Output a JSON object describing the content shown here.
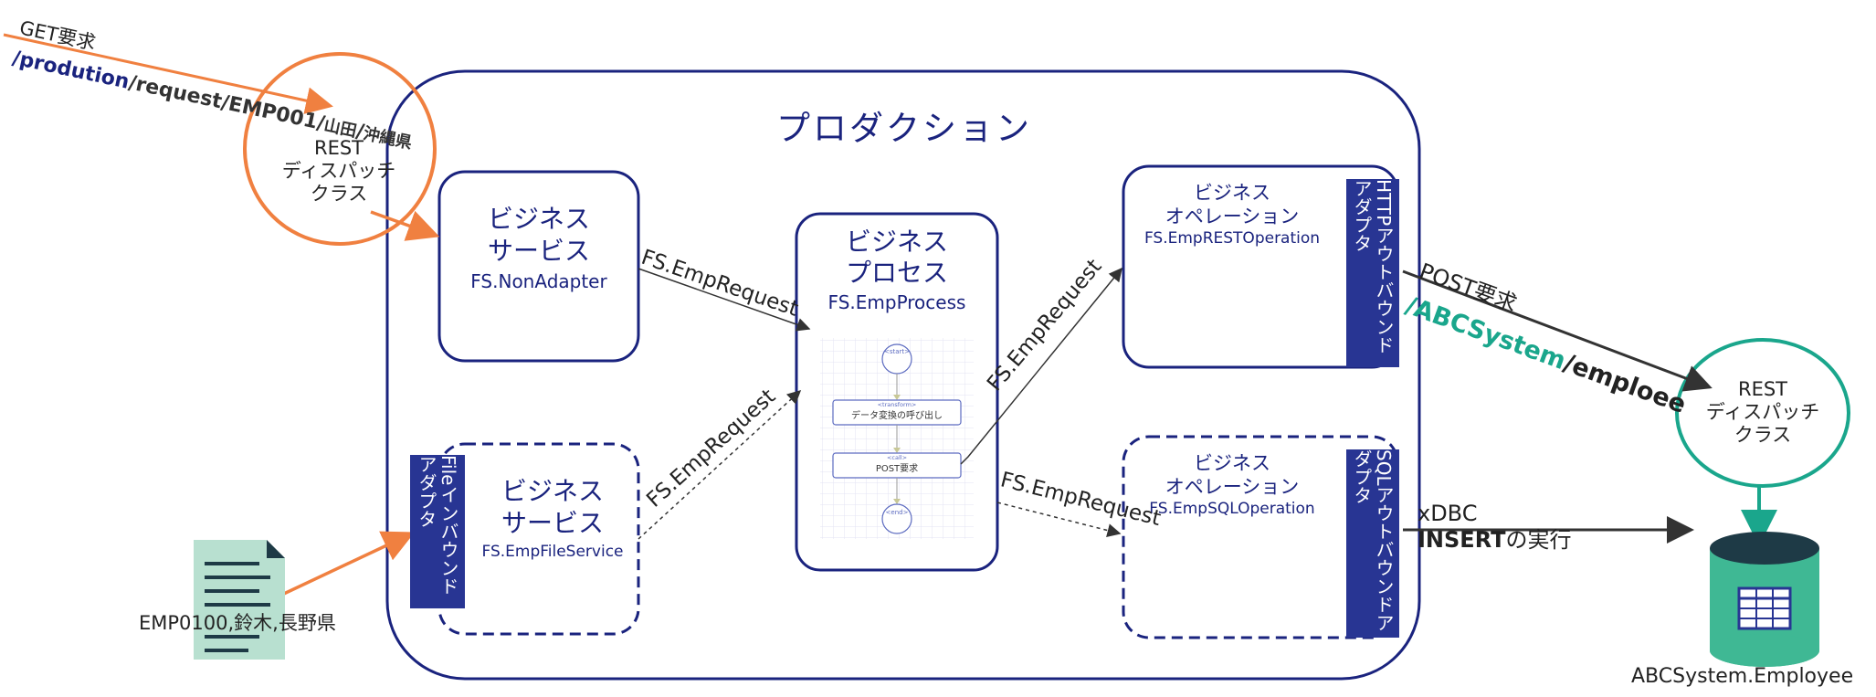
{
  "production": {
    "title": "プロダクション"
  },
  "get_request": {
    "label": "GET要求",
    "url_part1": "/prodution",
    "url_part2": "/request/EMP001/",
    "url_part3": "山田",
    "url_part4": "/",
    "url_part5": "沖縄県"
  },
  "rest_dispatch_left": {
    "line1": "REST",
    "line2": "ディスパッチ",
    "line3": "クラス"
  },
  "business_service_1": {
    "line1": "ビジネス",
    "line2": "サービス",
    "class_name": "FS.NonAdapter"
  },
  "business_service_2": {
    "line1": "ビジネス",
    "line2": "サービス",
    "class_name": "FS.EmpFileService"
  },
  "file_inbound_adapter": {
    "label": "Fileインバウンドアダプタ"
  },
  "business_process": {
    "line1": "ビジネス",
    "line2": "プロセス",
    "class_name": "FS.EmpProcess",
    "bpl": {
      "start": "<start>",
      "transform_tag": "<transform>",
      "transform_label": "データ変換の呼び出し",
      "call_tag": "<call>",
      "call_label": "POST要求",
      "end": "<end>"
    }
  },
  "business_operation_rest": {
    "line1": "ビジネス",
    "line2": "オペレーション",
    "class_name": "FS.EmpRESTOperation"
  },
  "http_outbound_adapter": {
    "label": "HTTPアウトバウンドアダプタ"
  },
  "business_operation_sql": {
    "line1": "ビジネス",
    "line2": "オペレーション",
    "class_name": "FS.EmpSQLOperation"
  },
  "sql_outbound_adapter": {
    "label": "SQLアウトバウンドアダプタ"
  },
  "messages": {
    "m1": "FS.EmpRequest",
    "m2": "FS.EmpRequest",
    "m3": "FS.EmpRequest",
    "m4": "FS.EmpRequest"
  },
  "post_request": {
    "label": "POST要求",
    "url_part1": "/ABCSystem",
    "url_part2": "/emploee"
  },
  "rest_dispatch_right": {
    "line1": "REST",
    "line2": "ディスパッチ",
    "line3": "クラス"
  },
  "xdbc": {
    "line1": "xDBC",
    "line2_bold": "INSERT",
    "line2_rest": "の実行"
  },
  "file_doc": {
    "label": "EMP0100,鈴木,長野県"
  },
  "database": {
    "label": "ABCSystem.Employee"
  },
  "colors": {
    "navy": "#1a237e",
    "orange": "#f08040",
    "teal": "#1aa68c",
    "band": "#283593",
    "doc": "#b8e0d0",
    "db": "#3fb894"
  }
}
